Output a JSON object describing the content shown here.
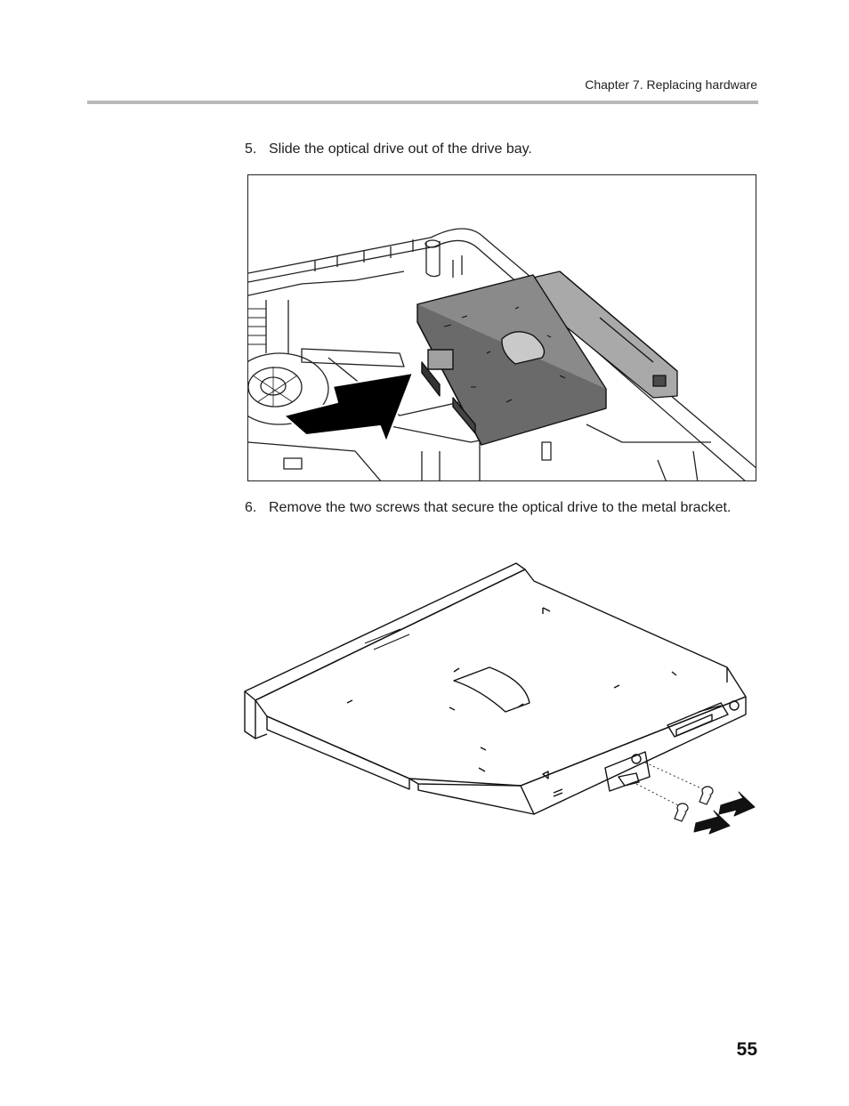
{
  "header": {
    "chapter_title": "Chapter 7. Replacing hardware"
  },
  "steps": [
    {
      "number": "5.",
      "text": "Slide the optical drive out of the drive bay."
    },
    {
      "number": "6.",
      "text": "Remove the two screws that secure the optical drive to the metal bracket."
    }
  ],
  "footer": {
    "page_number": "55"
  }
}
